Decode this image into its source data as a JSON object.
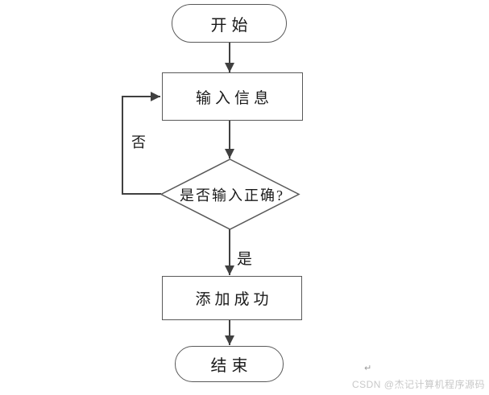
{
  "flowchart": {
    "nodes": {
      "start": {
        "label": "开始",
        "type": "terminator"
      },
      "input": {
        "label": "输入信息",
        "type": "process"
      },
      "decision": {
        "label": "是否输入正确?",
        "type": "decision"
      },
      "success": {
        "label": "添加成功",
        "type": "process"
      },
      "end": {
        "label": "结束",
        "type": "terminator"
      }
    },
    "edge_labels": {
      "no": "否",
      "yes": "是"
    }
  },
  "watermark": {
    "return_mark": "↵",
    "text": "CSDN @杰记计算机程序源码"
  },
  "colors": {
    "connector": "#404040",
    "shape_border": "#595959",
    "text": "#1a1a1a",
    "watermark_text": "#c8c8c8"
  }
}
